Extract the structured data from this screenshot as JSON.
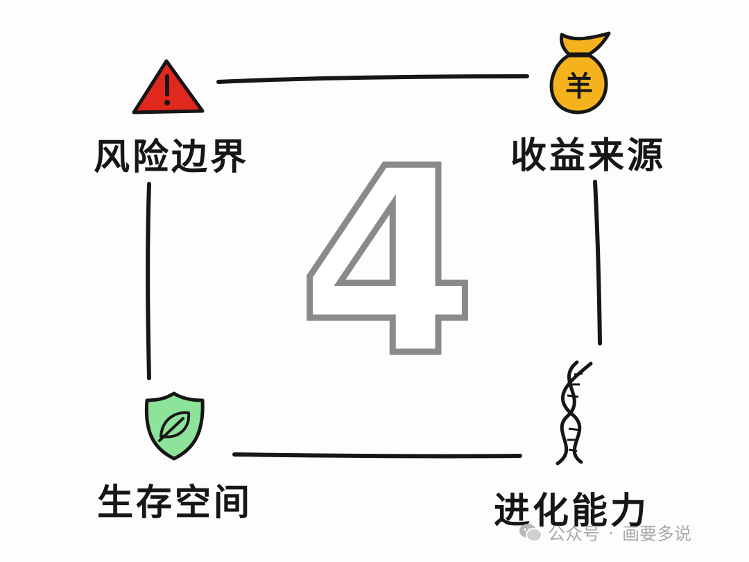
{
  "center_number": "4",
  "corners": {
    "top_left": {
      "label": "风险边界",
      "icon": "warning-triangle-icon",
      "color": "#e0281e"
    },
    "top_right": {
      "label": "收益来源",
      "icon": "money-bag-icon",
      "color": "#f6b21d"
    },
    "bottom_left": {
      "label": "生存空间",
      "icon": "leaf-shield-icon",
      "color": "#8ee39a"
    },
    "bottom_right": {
      "label": "进化能力",
      "icon": "dna-helix-icon",
      "color": "#161616"
    }
  },
  "money_bag_glyph": "羊",
  "watermark": {
    "icon": "wechat-icon",
    "platform": "公众号",
    "separator": "·",
    "account": "画要多说"
  }
}
